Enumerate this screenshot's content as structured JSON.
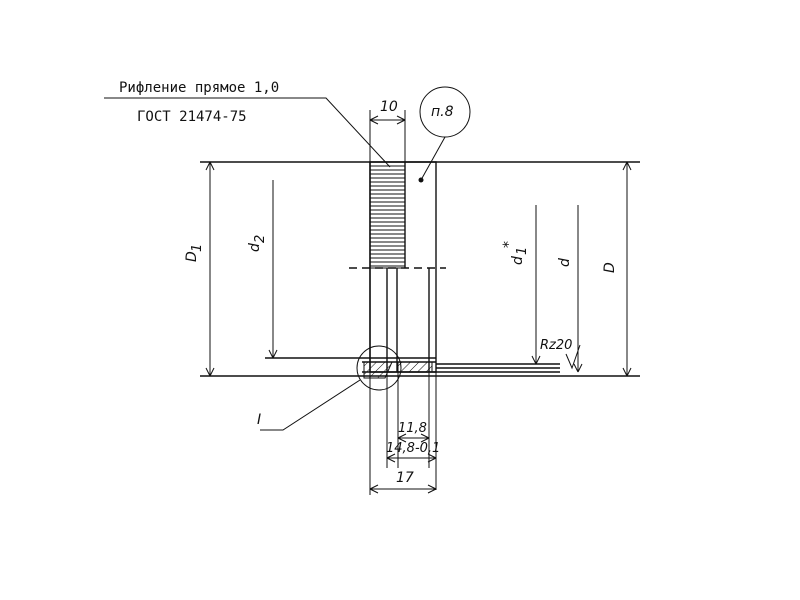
{
  "notes": {
    "knurl": "Рифление прямое 1,0",
    "standard": "ГОСТ 21474-75"
  },
  "callouts": {
    "item": "п.8",
    "detail": "I"
  },
  "dimensions": {
    "knurl_width": "10",
    "bore_depth": "11,8",
    "bore_depth_2": "14,8-0,1",
    "total_width": "17"
  },
  "diameters": {
    "D1": "D",
    "D1_sub": "1",
    "d2": "d",
    "d2_sub": "2",
    "d1": "d",
    "d1_sub": "1",
    "d1_star": "*",
    "d": "d",
    "D": "D"
  },
  "roughness": {
    "label": "Rz20"
  }
}
